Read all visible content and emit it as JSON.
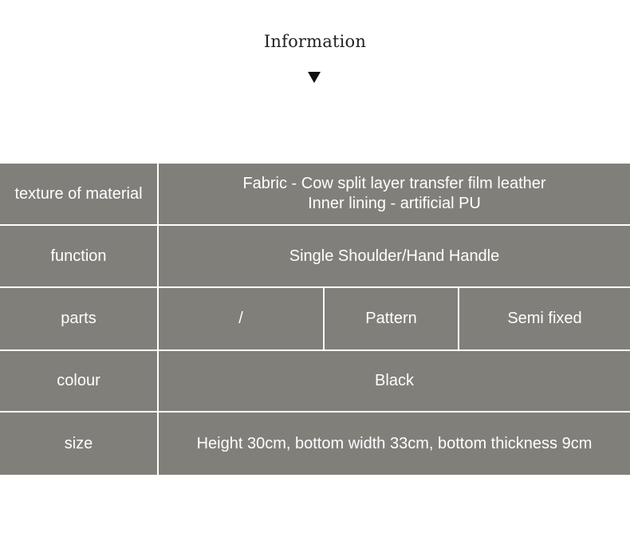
{
  "heading": {
    "title": "Information"
  },
  "spec": {
    "material": {
      "label": "texture of material",
      "line1": "Fabric - Cow split layer transfer film leather",
      "line2": "Inner lining - artificial PU"
    },
    "function": {
      "label": "function",
      "value": "Single Shoulder/Hand Handle"
    },
    "parts": {
      "label": "parts",
      "values": [
        "/",
        "Pattern",
        "Semi fixed"
      ]
    },
    "colour": {
      "label": "colour",
      "value": "Black"
    },
    "size": {
      "label": "size",
      "value": "Height 30cm, bottom width 33cm, bottom thickness 9cm"
    }
  },
  "colors": {
    "cell_background": "#817f7a",
    "cell_text": "#ffffff",
    "grid_lines": "#ffffff",
    "heading_text": "#222222"
  },
  "icons": {
    "heading_arrow": "down-triangle-icon"
  }
}
